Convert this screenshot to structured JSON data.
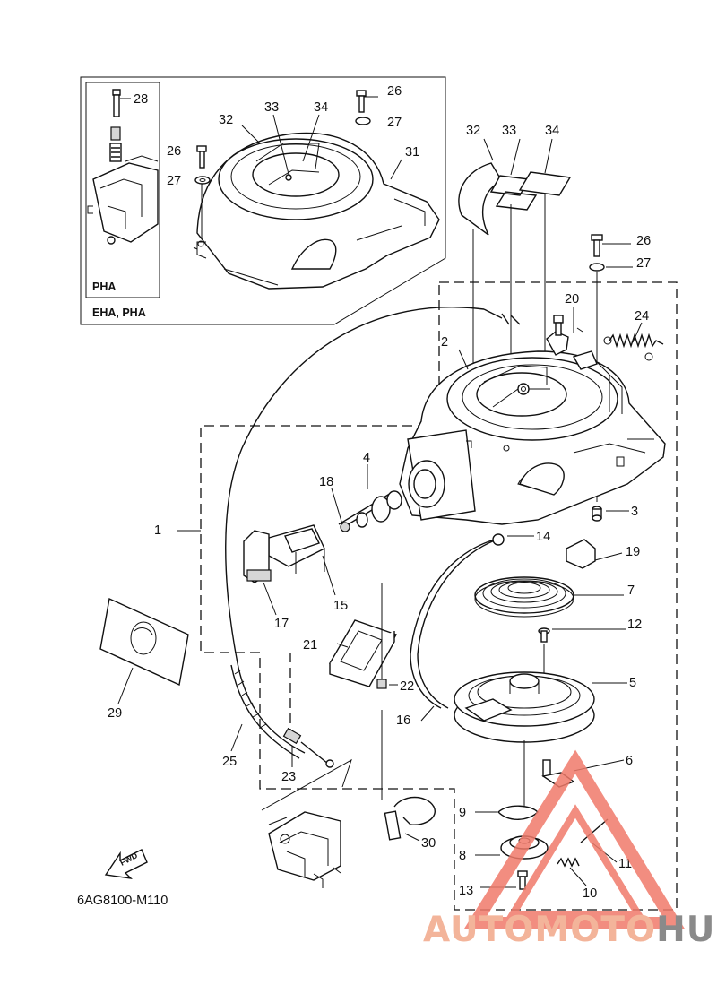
{
  "diagram": {
    "part_code": "6AG8100-M110",
    "inset_outer_label": "EHA, PHA",
    "inset_inner_label": "PHA",
    "fwd_label": "FWD",
    "callouts": [
      "1",
      "2",
      "3",
      "4",
      "5",
      "6",
      "7",
      "8",
      "9",
      "10",
      "11",
      "12",
      "13",
      "14",
      "15",
      "16",
      "17",
      "18",
      "19",
      "20",
      "21",
      "22",
      "23",
      "24",
      "25",
      "26",
      "27",
      "28",
      "29",
      "30",
      "31",
      "32",
      "33",
      "34"
    ],
    "inset_callouts": {
      "c26": "26",
      "c27": "27",
      "c28": "28",
      "c31": "31",
      "c32": "32",
      "c33": "33",
      "c34": "34"
    }
  },
  "watermark": {
    "part1": "AUTOMOTO",
    "part2": "HUB",
    "colors": {
      "part1": "#f3b49a",
      "part2": "#8a8a8a",
      "triangle": "#f07a6a"
    }
  }
}
